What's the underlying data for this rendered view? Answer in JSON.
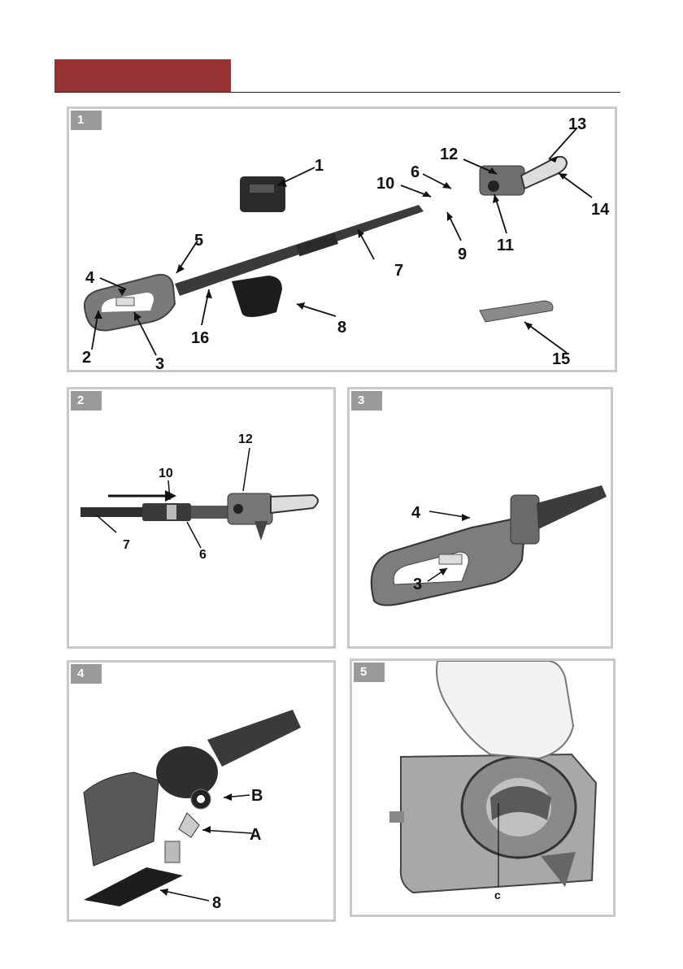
{
  "colors": {
    "header": "#993333",
    "badge": "#9a9a9a",
    "panel_border": "#c9c9c9"
  },
  "figures": [
    {
      "number": "1",
      "labels": [
        "1",
        "2",
        "3",
        "4",
        "5",
        "6",
        "7",
        "8",
        "9",
        "10",
        "11",
        "12",
        "13",
        "14",
        "15",
        "16"
      ]
    },
    {
      "number": "2",
      "labels": [
        "12",
        "10",
        "7",
        "6"
      ]
    },
    {
      "number": "3",
      "labels": [
        "4",
        "3"
      ]
    },
    {
      "number": "4",
      "labels": [
        "B",
        "A",
        "8"
      ]
    },
    {
      "number": "5",
      "labels": [
        "c"
      ]
    }
  ]
}
